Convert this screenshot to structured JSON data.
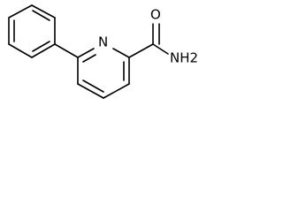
{
  "molecule": {
    "atoms": {
      "ring_nitrogen": "N",
      "carbonyl_oxygen": "O",
      "amide_group": "NH2"
    }
  },
  "colors": {
    "background": "#ffffff",
    "ink": "#000000"
  }
}
